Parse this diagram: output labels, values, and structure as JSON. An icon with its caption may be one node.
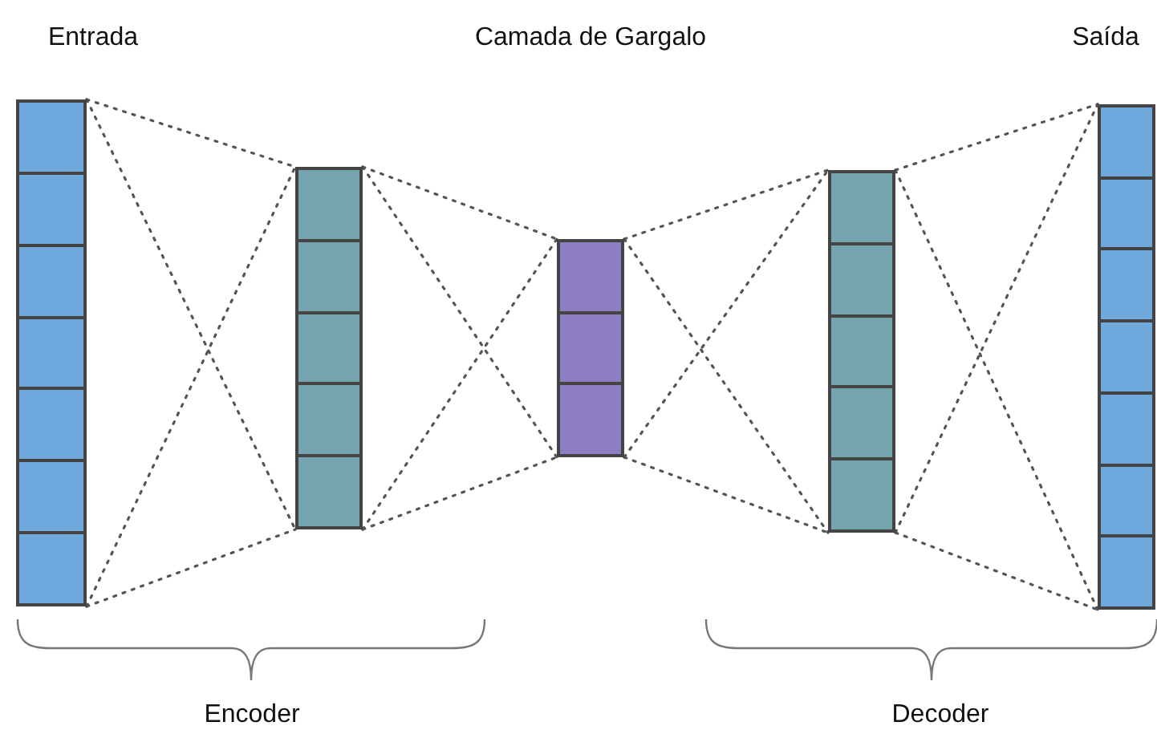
{
  "diagram": {
    "nodes": [
      {
        "text": [
          "Entrada"
        ]
      },
      {
        "text": [],
        "shape": "bar"
      },
      {
        "text": [],
        "shape": "bar"
      },
      {
        "text": [],
        "shape": "bar"
      },
      {
        "text": [
          "Saída"
        ]
      }
    ],
    "edges": [
      {
        "from": 0,
        "to": 1,
        "arrow": "none",
        "style": "dashed"
      },
      {
        "from": 0,
        "to": 1,
        "arrow": "none",
        "style": "dashed"
      },
      {
        "from": 0,
        "to": 1,
        "arrow": "none",
        "style": "dashed"
      },
      {
        "from": 0,
        "to": 1,
        "arrow": "none",
        "style": "dashed"
      },
      {
        "from": 1,
        "to": 2,
        "arrow": "none",
        "style": "dashed"
      },
      {
        "from": 1,
        "to": 2,
        "arrow": "none",
        "style": "dashed"
      },
      {
        "from": 1,
        "to": 2,
        "arrow": "none",
        "style": "dashed"
      },
      {
        "from": 1,
        "to": 2,
        "arrow": "none",
        "style": "dashed"
      },
      {
        "from": 2,
        "to": 3,
        "arrow": "none",
        "style": "dashed"
      },
      {
        "from": 2,
        "to": 3,
        "arrow": "none",
        "style": "dashed"
      },
      {
        "from": 2,
        "to": 3,
        "arrow": "none",
        "style": "dashed"
      },
      {
        "from": 2,
        "to": 3,
        "arrow": "none",
        "style": "dashed"
      },
      {
        "from": 3,
        "to": 4,
        "arrow": "none",
        "style": "dashed"
      },
      {
        "from": 3,
        "to": 4,
        "arrow": "none",
        "style": "dashed"
      },
      {
        "from": 3,
        "to": 4,
        "arrow": "none",
        "style": "dashed"
      },
      {
        "from": 3,
        "to": 4,
        "arrow": "none",
        "style": "dashed"
      }
    ],
    "labels": [
      "Camada de Gargalo",
      "Encoder",
      "Decoder"
    ]
  }
}
